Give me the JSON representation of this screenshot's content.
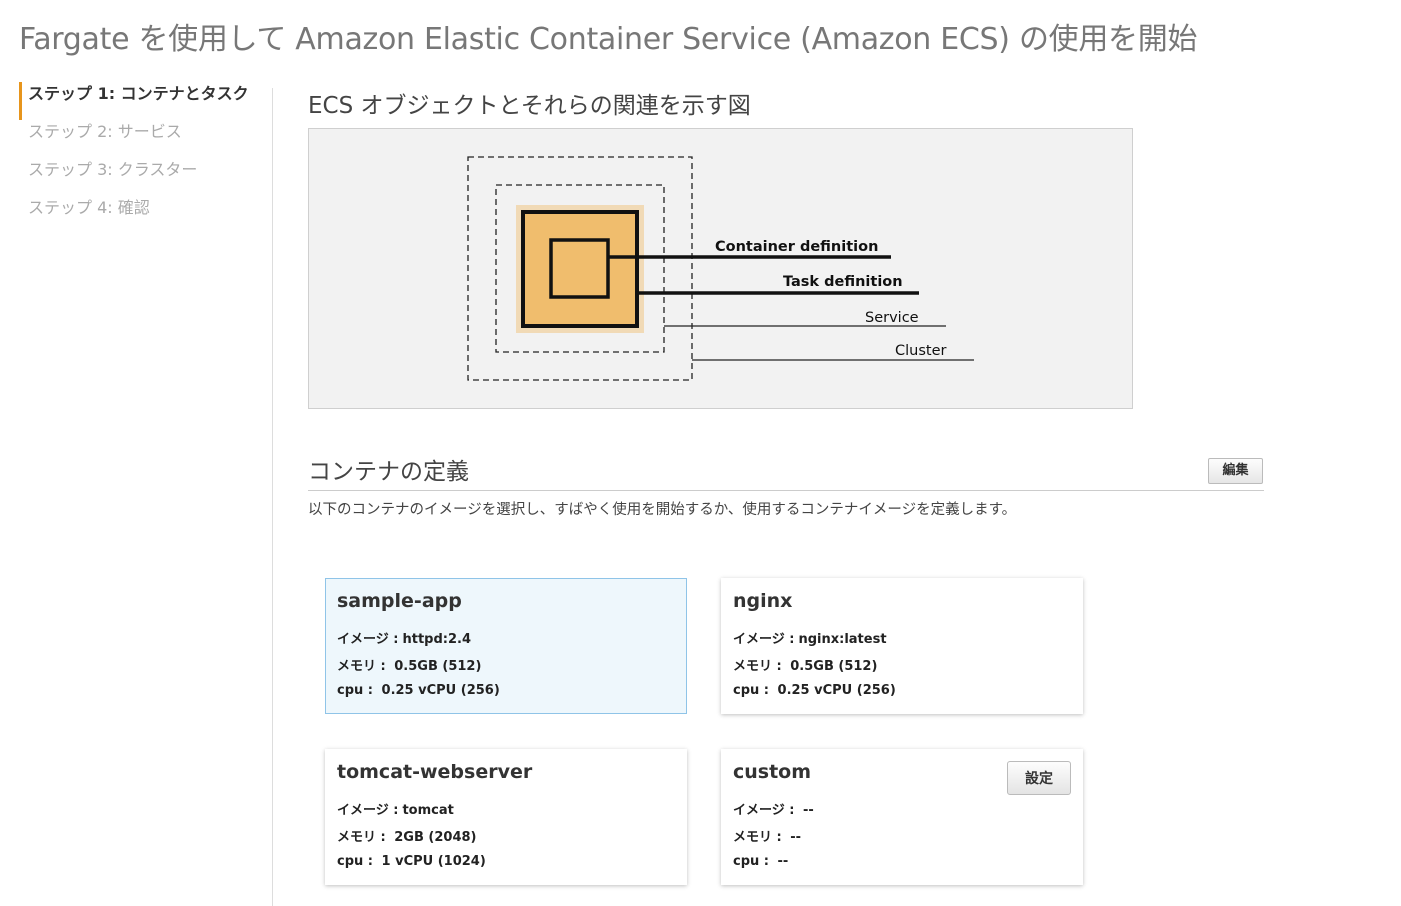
{
  "page": {
    "title": "Fargate を使用して Amazon Elastic Container Service (Amazon ECS) の使用を開始"
  },
  "steps": [
    {
      "label": "ステップ 1: コンテナとタスク",
      "active": true
    },
    {
      "label": "ステップ 2: サービス",
      "active": false
    },
    {
      "label": "ステップ 3: クラスター",
      "active": false
    },
    {
      "label": "ステップ 4: 確認",
      "active": false
    }
  ],
  "diagram": {
    "title": "ECS オブジェクトとそれらの関連を示す図",
    "labels": {
      "container_definition": "Container definition",
      "task_definition": "Task definition",
      "service": "Service",
      "cluster": "Cluster"
    },
    "colors": {
      "fill": "#f0bd6d",
      "background": "#f2f2f2"
    }
  },
  "container_definition": {
    "title": "コンテナの定義",
    "edit_label": "編集",
    "description": "以下のコンテナのイメージを選択し、すばやく使用を開始するか、使用するコンテナイメージを定義します。"
  },
  "labels": {
    "image": "イメージ :",
    "memory": "メモリ :",
    "cpu": "cpu :"
  },
  "cards": {
    "sample_app": {
      "name": "sample-app",
      "image": "httpd:2.4",
      "memory": "0.5GB (512)",
      "cpu": "0.25 vCPU (256)",
      "selected": true
    },
    "nginx": {
      "name": "nginx",
      "image": "nginx:latest",
      "memory": "0.5GB (512)",
      "cpu": "0.25 vCPU (256)"
    },
    "tomcat": {
      "name": "tomcat-webserver",
      "image": "tomcat",
      "memory": "2GB (2048)",
      "cpu": "1 vCPU (1024)"
    },
    "custom": {
      "name": "custom",
      "image": "--",
      "memory": "--",
      "cpu": "--",
      "config_label": "設定"
    }
  },
  "colors": {
    "accent": "#e7951c",
    "selected_border": "#8fc4e8",
    "selected_bg": "#eef7fc"
  }
}
